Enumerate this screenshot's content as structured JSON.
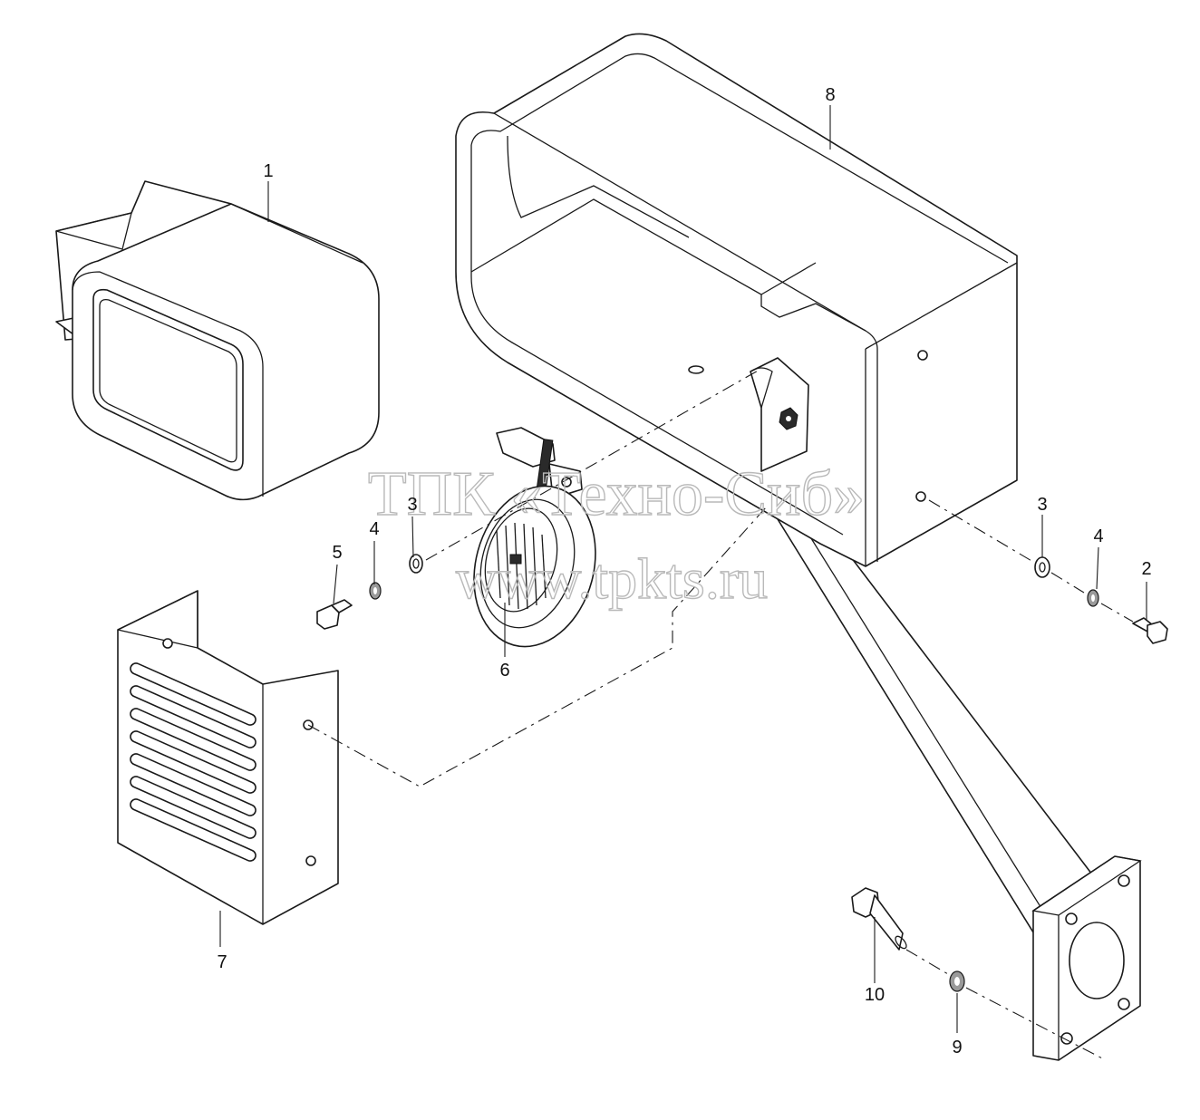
{
  "callouts": {
    "c1": "1",
    "c2": "2",
    "c3a": "3",
    "c3b": "3",
    "c4a": "4",
    "c4b": "4",
    "c5": "5",
    "c6": "6",
    "c7": "7",
    "c8": "8",
    "c9": "9",
    "c10": "10"
  },
  "watermark": {
    "line1": "ТПК «Техно-Сиб»",
    "line2": "www.tpkts.ru"
  }
}
